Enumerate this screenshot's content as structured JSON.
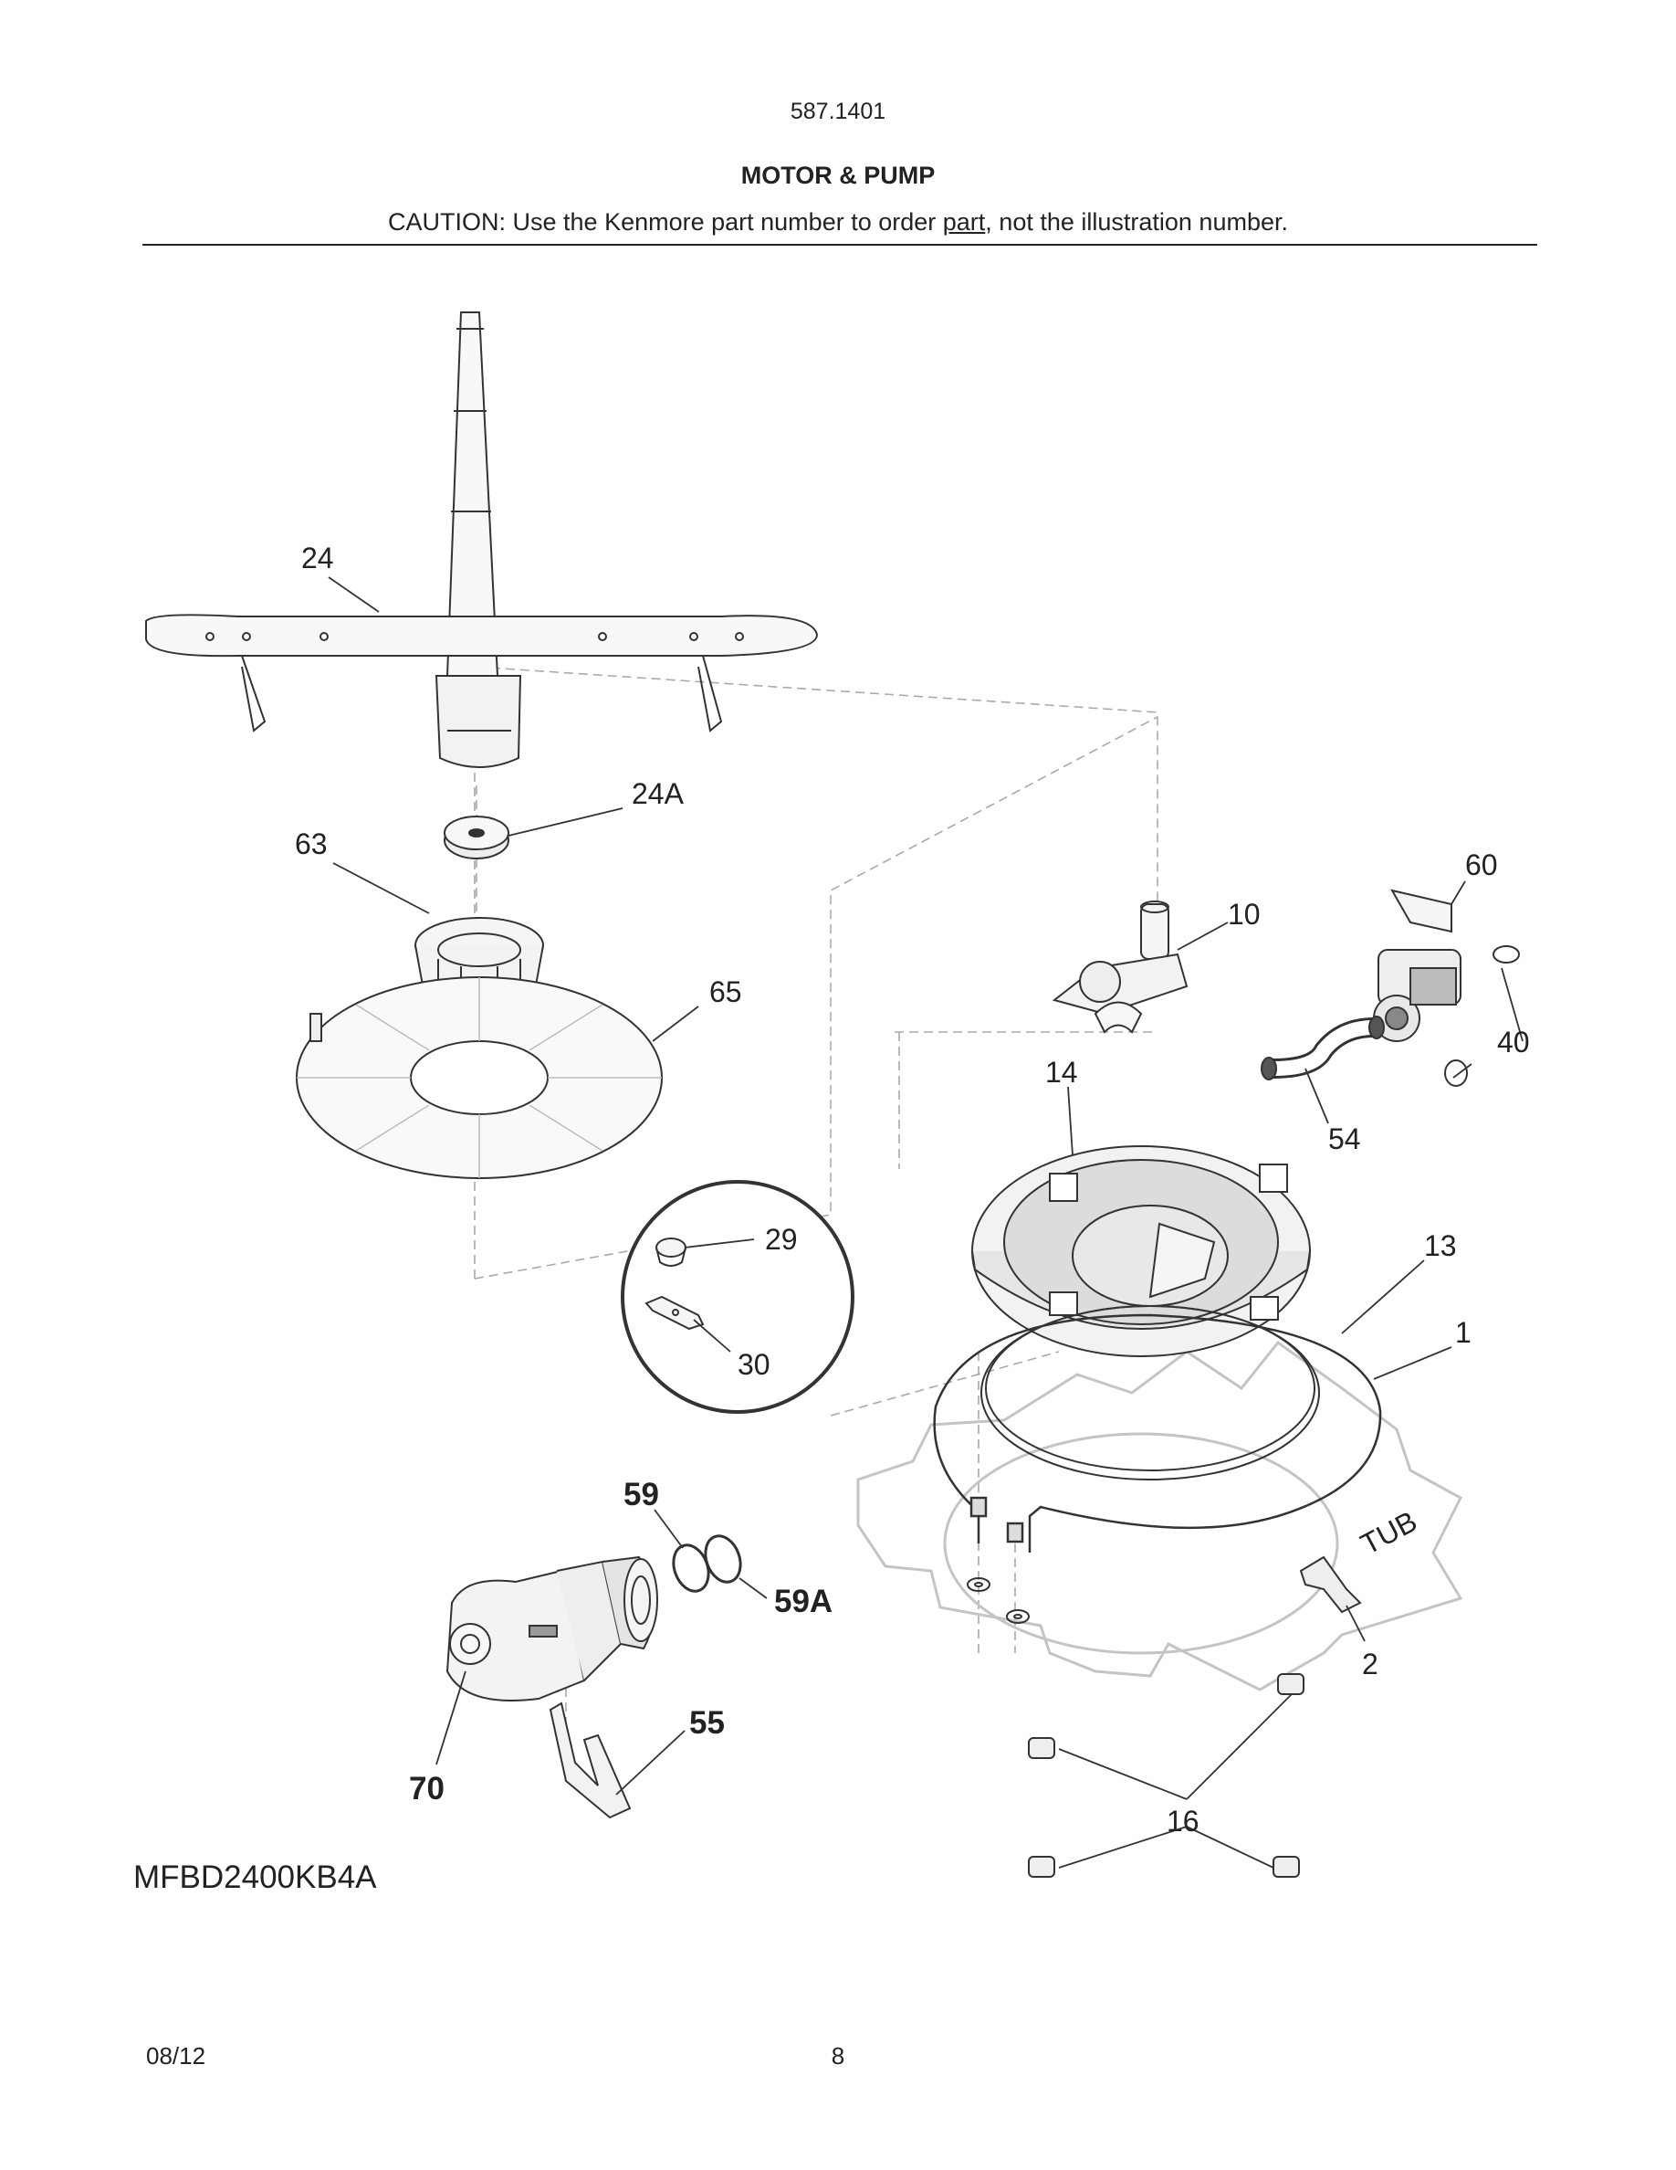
{
  "header": {
    "doc_code": "587.1401",
    "title": "MOTOR & PUMP",
    "caution_before": "CAUTION: Use the Kenmore part number to order ",
    "caution_underlined": "part",
    "caution_after": ", not the illustration number."
  },
  "diagram": {
    "model": "MFBD2400KB4A",
    "tub_label": "TUB",
    "callouts": {
      "c24": "24",
      "c24a": "24A",
      "c63": "63",
      "c65": "65",
      "c60": "60",
      "c10": "10",
      "c40": "40",
      "c54": "54",
      "c14": "14",
      "c29": "29",
      "c30": "30",
      "c13": "13",
      "c1": "1",
      "c59": "59",
      "c59a": "59A",
      "c2": "2",
      "c55": "55",
      "c70": "70",
      "c16": "16"
    }
  },
  "footer": {
    "date": "08/12",
    "page": "8"
  }
}
